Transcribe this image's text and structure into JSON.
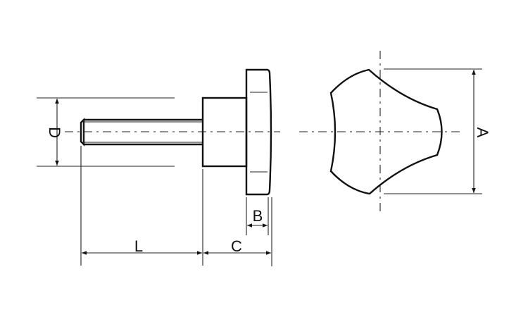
{
  "labels": {
    "D": "D",
    "L": "L",
    "C": "C",
    "B": "B",
    "A": "A"
  },
  "colors": {
    "line": "#111111",
    "background": "#ffffff"
  }
}
